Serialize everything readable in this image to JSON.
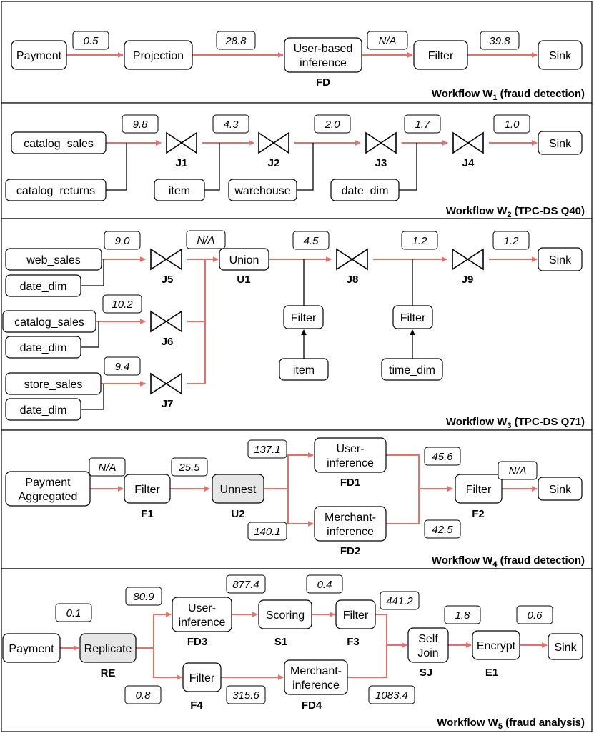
{
  "workflows": [
    {
      "prefix": "Workflow W",
      "num": "1",
      "suffix": " (fraud detection)"
    },
    {
      "prefix": "Workflow W",
      "num": "2",
      "suffix": " (TPC-DS Q40)"
    },
    {
      "prefix": "Workflow W",
      "num": "3",
      "suffix": " (TPC-DS Q71)"
    },
    {
      "prefix": "Workflow W",
      "num": "4",
      "suffix": " (fraud detection)"
    },
    {
      "prefix": "Workflow W",
      "num": "5",
      "suffix": " (fraud analysis)"
    }
  ],
  "w1": {
    "nodes": {
      "payment": "Payment",
      "projection": "Projection",
      "fd_line1": "User-based",
      "fd_line2": "inference",
      "filter": "Filter",
      "sink": "Sink"
    },
    "labels": {
      "fd": "FD"
    },
    "values": [
      "0.5",
      "28.8",
      "N/A",
      "39.8"
    ]
  },
  "w2": {
    "nodes": {
      "catalog_sales": "catalog_sales",
      "catalog_returns": "catalog_returns",
      "item": "item",
      "warehouse": "warehouse",
      "date_dim": "date_dim",
      "sink": "Sink"
    },
    "labels": {
      "j1": "J1",
      "j2": "J2",
      "j3": "J3",
      "j4": "J4"
    },
    "values": [
      "9.8",
      "4.3",
      "2.0",
      "1.7",
      "1.0"
    ]
  },
  "w3": {
    "nodes": {
      "web_sales": "web_sales",
      "date_dim": "date_dim",
      "catalog_sales": "catalog_sales",
      "store_sales": "store_sales",
      "union": "Union",
      "filter": "Filter",
      "item": "item",
      "time_dim": "time_dim",
      "sink": "Sink"
    },
    "labels": {
      "j5": "J5",
      "j6": "J6",
      "j7": "J7",
      "u1": "U1",
      "j8": "J8",
      "j9": "J9"
    },
    "values": [
      "9.0",
      "N/A",
      "10.2",
      "9.4",
      "4.5",
      "1.2",
      "1.2"
    ]
  },
  "w4": {
    "nodes": {
      "pa_line1": "Payment",
      "pa_line2": "Aggregated",
      "filter": "Filter",
      "unnest": "Unnest",
      "ui_line1": "User-",
      "ui_line2": "inference",
      "mi_line1": "Merchant-",
      "mi_line2": "inference",
      "sink": "Sink"
    },
    "labels": {
      "f1": "F1",
      "u2": "U2",
      "fd1": "FD1",
      "fd2": "FD2",
      "f2": "F2"
    },
    "values": [
      "N/A",
      "25.5",
      "137.1",
      "140.1",
      "45.6",
      "42.5",
      "N/A"
    ]
  },
  "w5": {
    "nodes": {
      "payment": "Payment",
      "replicate": "Replicate",
      "ui_line1": "User-",
      "ui_line2": "inference",
      "scoring": "Scoring",
      "filter": "Filter",
      "mi_line1": "Merchant-",
      "mi_line2": "inference",
      "sj_line1": "Self",
      "sj_line2": "Join",
      "encrypt": "Encrypt",
      "sink": "Sink"
    },
    "labels": {
      "re": "RE",
      "fd3": "FD3",
      "s1": "S1",
      "f3": "F3",
      "f4": "F4",
      "fd4": "FD4",
      "sj": "SJ",
      "e1": "E1"
    },
    "values": [
      "0.1",
      "80.9",
      "877.4",
      "0.4",
      "441.2",
      "0.8",
      "315.6",
      "1083.4",
      "1.8",
      "0.6"
    ]
  },
  "colors": {
    "edge": "#e8706b",
    "gray_node": "#e6e6e6"
  }
}
